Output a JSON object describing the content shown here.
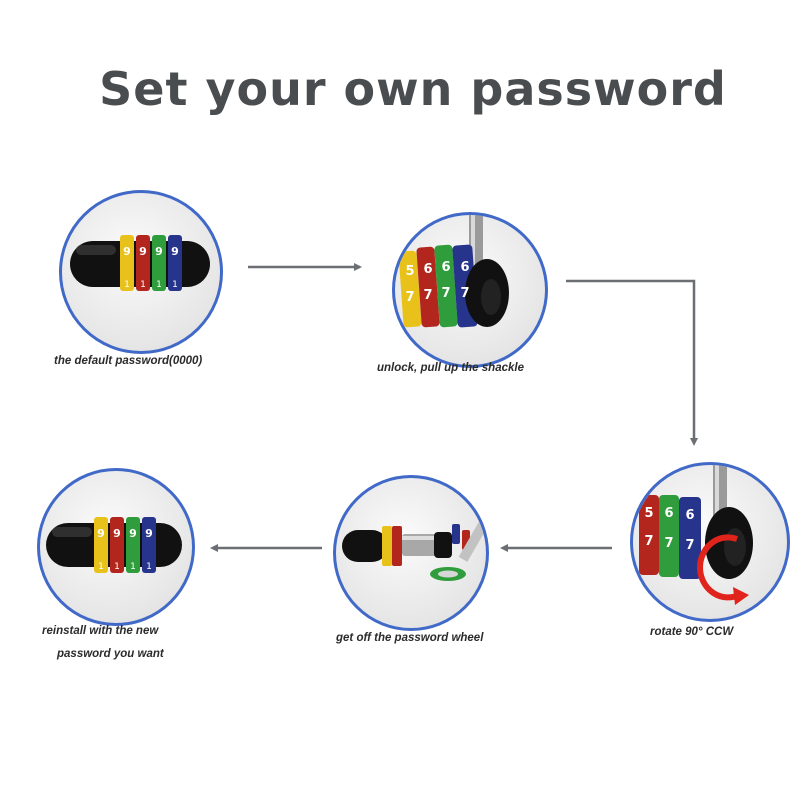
{
  "title": "Set your own password",
  "steps": [
    {
      "caption": "the default password(0000)"
    },
    {
      "caption": "unlock, pull up the shackle"
    },
    {
      "caption": "rotate 90° CCW"
    },
    {
      "caption": "get off the password wheel"
    },
    {
      "caption_line1": "reinstall with the new",
      "caption_line2": "password you want"
    }
  ],
  "wheel_colors": {
    "yellow": "#e8c21a",
    "red": "#b3261e",
    "green": "#2f9d3c",
    "blue": "#27348b",
    "body": "#111111"
  },
  "accent": {
    "circle_border": "#4169c8",
    "arrow": "#6b6e72",
    "rotate_arrow": "#e0241b"
  }
}
